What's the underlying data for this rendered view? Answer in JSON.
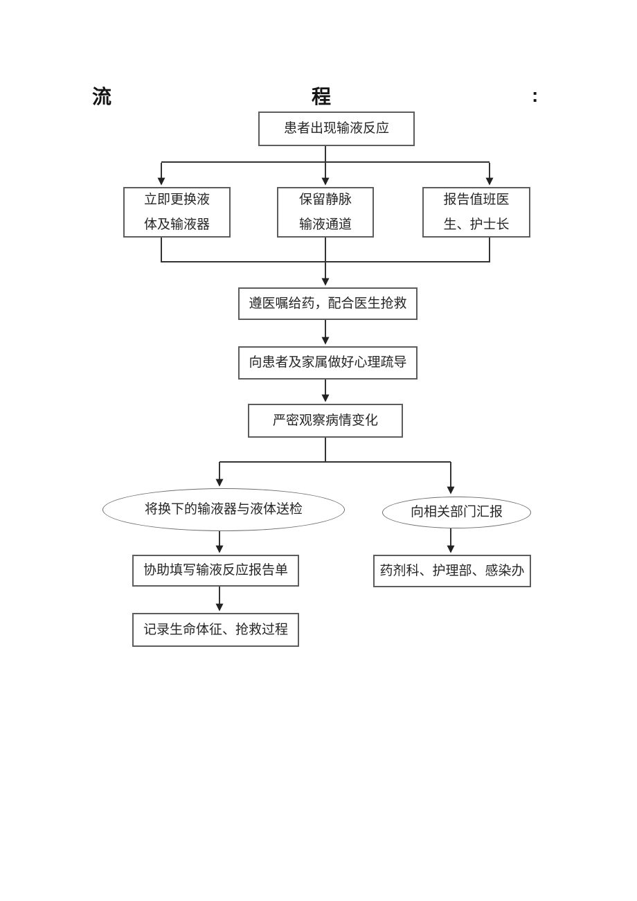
{
  "page": {
    "title_char_left": "流",
    "title_char_center": "程",
    "title_colon": ":"
  },
  "flow": {
    "start": {
      "label": "患者出现输液反应"
    },
    "replace_fluids": {
      "lines": [
        "立即更换液",
        "体及输液器"
      ]
    },
    "keep_vein": {
      "lines": [
        "保留静脉",
        "输液通道"
      ]
    },
    "report_doctor": {
      "lines": [
        "报告值班医",
        "生、护士长"
      ]
    },
    "medicate": {
      "label": "遵医嘱给药，配合医生抢救"
    },
    "comfort": {
      "label": "向患者及家属做好心理疏导"
    },
    "observe": {
      "label": "严密观察病情变化"
    },
    "send_for_test": {
      "label": "将换下的输液器与液体送检"
    },
    "notify_departments": {
      "label": "向相关部门汇报"
    },
    "fill_report_form": {
      "label": "协助填写输液反应报告单"
    },
    "departments": {
      "label": "药剂科、护理部、感染办"
    },
    "record_vitals": {
      "label": "记录生命体征、抢救过程"
    }
  },
  "edges": [
    {
      "from": "start",
      "to": "replace_fluids"
    },
    {
      "from": "start",
      "to": "keep_vein"
    },
    {
      "from": "start",
      "to": "report_doctor"
    },
    {
      "from": "replace_fluids",
      "to": "medicate"
    },
    {
      "from": "keep_vein",
      "to": "medicate"
    },
    {
      "from": "report_doctor",
      "to": "medicate"
    },
    {
      "from": "medicate",
      "to": "comfort"
    },
    {
      "from": "comfort",
      "to": "observe"
    },
    {
      "from": "observe",
      "to": "send_for_test"
    },
    {
      "from": "observe",
      "to": "notify_departments"
    },
    {
      "from": "send_for_test",
      "to": "fill_report_form"
    },
    {
      "from": "notify_departments",
      "to": "departments"
    },
    {
      "from": "fill_report_form",
      "to": "record_vitals"
    }
  ],
  "colors": {
    "background": "#ffffff",
    "connector_line": "#333333",
    "box_border": "#5c5c5c",
    "ellipse_border": "#6b6b6b",
    "text": "#262626",
    "title_text": "#141414"
  }
}
